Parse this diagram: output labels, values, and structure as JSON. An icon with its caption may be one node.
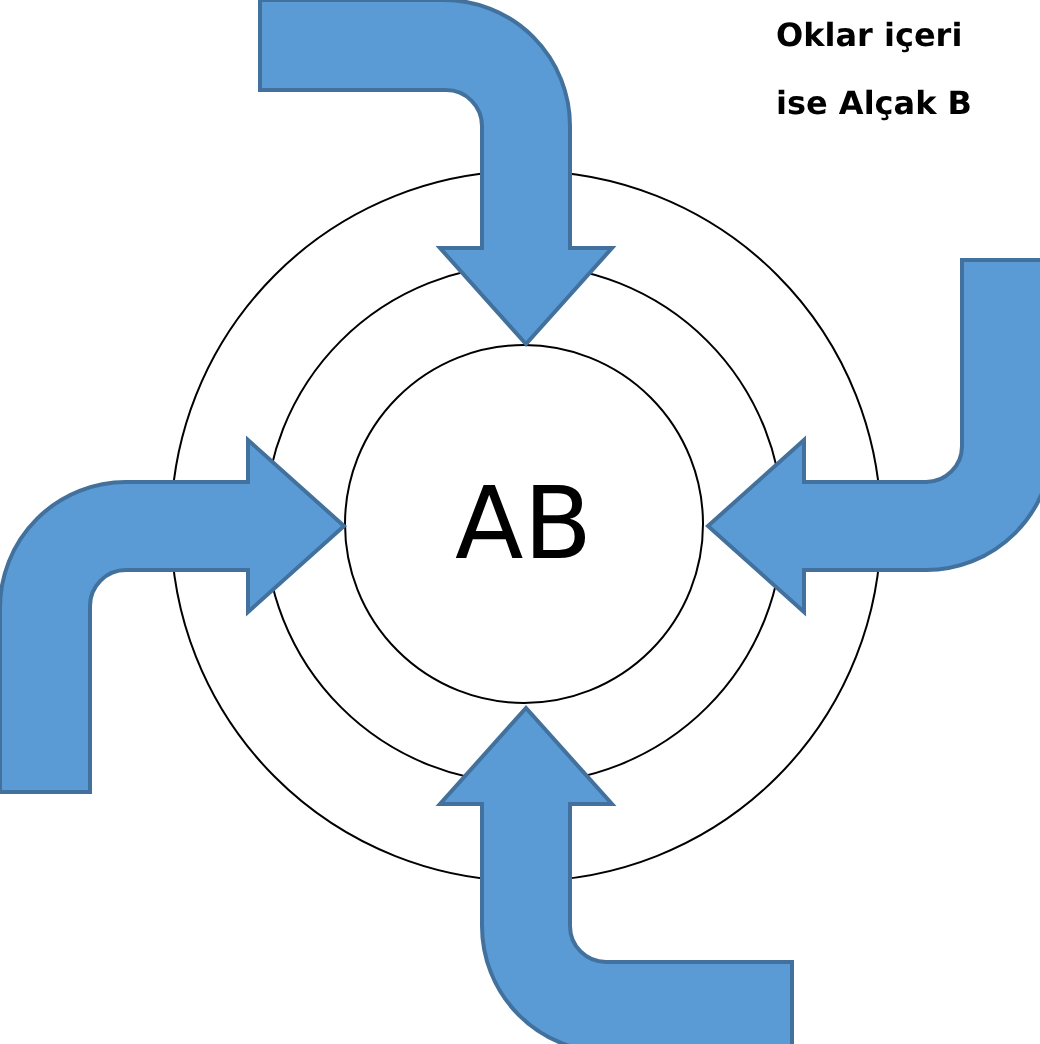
{
  "diagram": {
    "nodes": [
      {
        "text": [],
        "shape": "circle"
      },
      {
        "text": [],
        "shape": "circle",
        "in": 0
      },
      {
        "text": [
          "AB"
        ],
        "in": 1
      }
    ],
    "edges": [
      {
        "from": null,
        "to": 2,
        "arrow": "to"
      },
      {
        "from": null,
        "to": 2,
        "arrow": "to"
      },
      {
        "from": null,
        "to": 2,
        "arrow": "to"
      },
      {
        "from": null,
        "to": 2,
        "arrow": "to"
      }
    ],
    "labels": [
      "Oklar içeri",
      "ise Alçak B"
    ]
  }
}
